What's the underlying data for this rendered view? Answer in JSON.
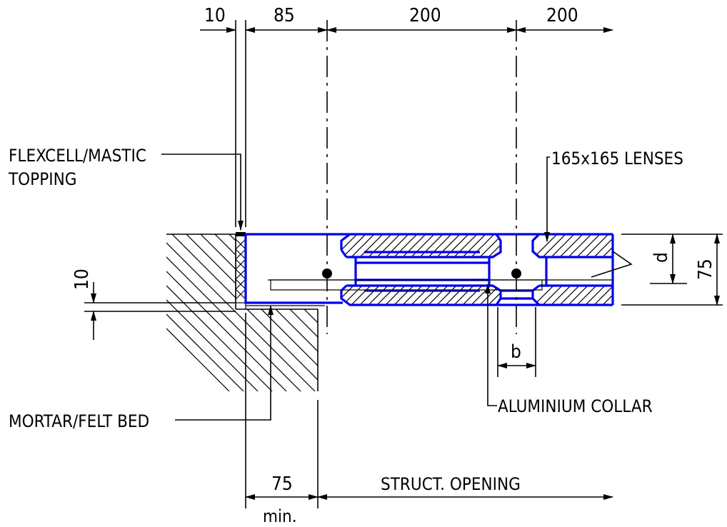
{
  "dimensions": {
    "top": [
      "10",
      "85",
      "200",
      "200"
    ],
    "bottom": [
      "75",
      "STRUCT. OPENING"
    ],
    "bottom_note": "min.",
    "left_vertical": "10",
    "right_vertical_d": "d",
    "right_vertical_75": "75",
    "b": "b"
  },
  "labels": {
    "flexcell_line1": "FLEXCELL/MASTIC",
    "flexcell_line2": "TOPPING",
    "lenses": "165x165 LENSES",
    "collar": "ALUMINIUM COLLAR",
    "mortar": "MORTAR/FELT BED"
  },
  "colors": {
    "outline": "#0000ee",
    "line": "#000000"
  }
}
